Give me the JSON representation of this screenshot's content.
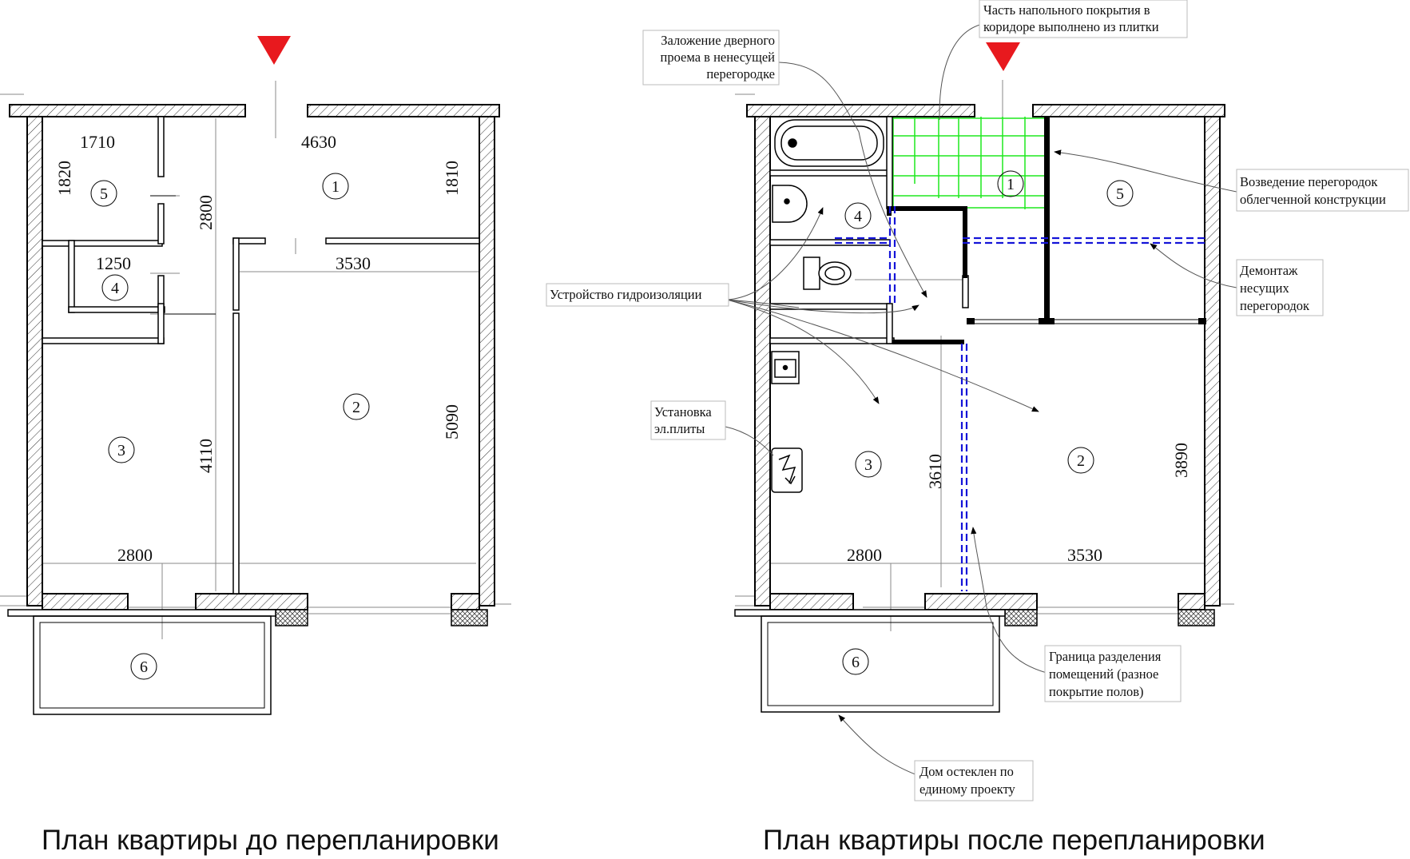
{
  "titles": {
    "before": "План квартиры до перепланировки",
    "after": "План квартиры после перепланировки"
  },
  "colors": {
    "wall": "#000000",
    "entrance_marker": "#e8191e",
    "tile": "#1ee81e",
    "waterproofing": "#1414d8"
  },
  "before": {
    "rooms": [
      "1",
      "2",
      "3",
      "4",
      "5",
      "6"
    ],
    "dims": {
      "d1710": "1710",
      "d4630": "4630",
      "d1820": "1820",
      "d1810": "1810",
      "d2800v": "2800",
      "d1250": "1250",
      "d3530": "3530",
      "d5090": "5090",
      "d4110": "4110",
      "d2800h": "2800"
    }
  },
  "after": {
    "rooms": [
      "1",
      "2",
      "3",
      "4",
      "5",
      "6"
    ],
    "dims": {
      "d3610": "3610",
      "d3890": "3890",
      "d2800": "2800",
      "d3530": "3530"
    },
    "notes": {
      "door": [
        "Заложение дверного",
        "проема в ненесущей",
        "перегородке"
      ],
      "floor": [
        "Часть напольного покрытия в",
        "коридоре выполнено из плитки"
      ],
      "partition": [
        "Возведение перегородок",
        "облегченной конструкции"
      ],
      "demolish": [
        "Демонтаж",
        "несущих",
        "перегородок"
      ],
      "waterproof": [
        "Устройство гидроизоляции"
      ],
      "stove": [
        "Установка",
        "эл.плиты"
      ],
      "boundary": [
        "Граница разделения",
        "помещений (разное",
        "покрытие полов)"
      ],
      "glazing": [
        "Дом остеклен по",
        "единому проекту"
      ]
    }
  }
}
